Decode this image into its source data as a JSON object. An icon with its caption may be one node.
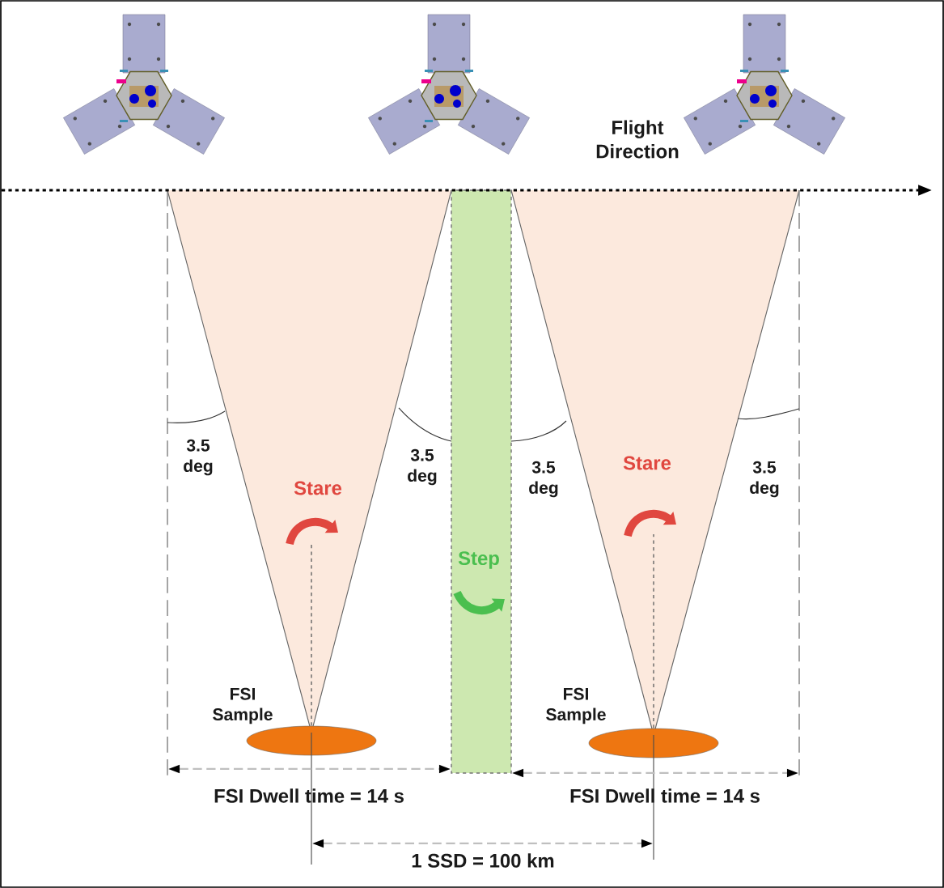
{
  "diagram": {
    "nodes": [
      {
        "text": [],
        "shape": "ellipse"
      },
      {
        "text": [],
        "shape": "ellipse"
      }
    ],
    "labels": [
      "Flight Direction",
      "3.5 deg",
      "3.5 deg",
      "Stare",
      "3.5 deg",
      "3.5 deg",
      "Stare",
      "Step",
      "FSI Sample",
      "FSI Sample",
      "FSI Dwell time = 14 s",
      "FSI Dwell time = 14 s",
      "1 SSD = 100 km"
    ]
  }
}
